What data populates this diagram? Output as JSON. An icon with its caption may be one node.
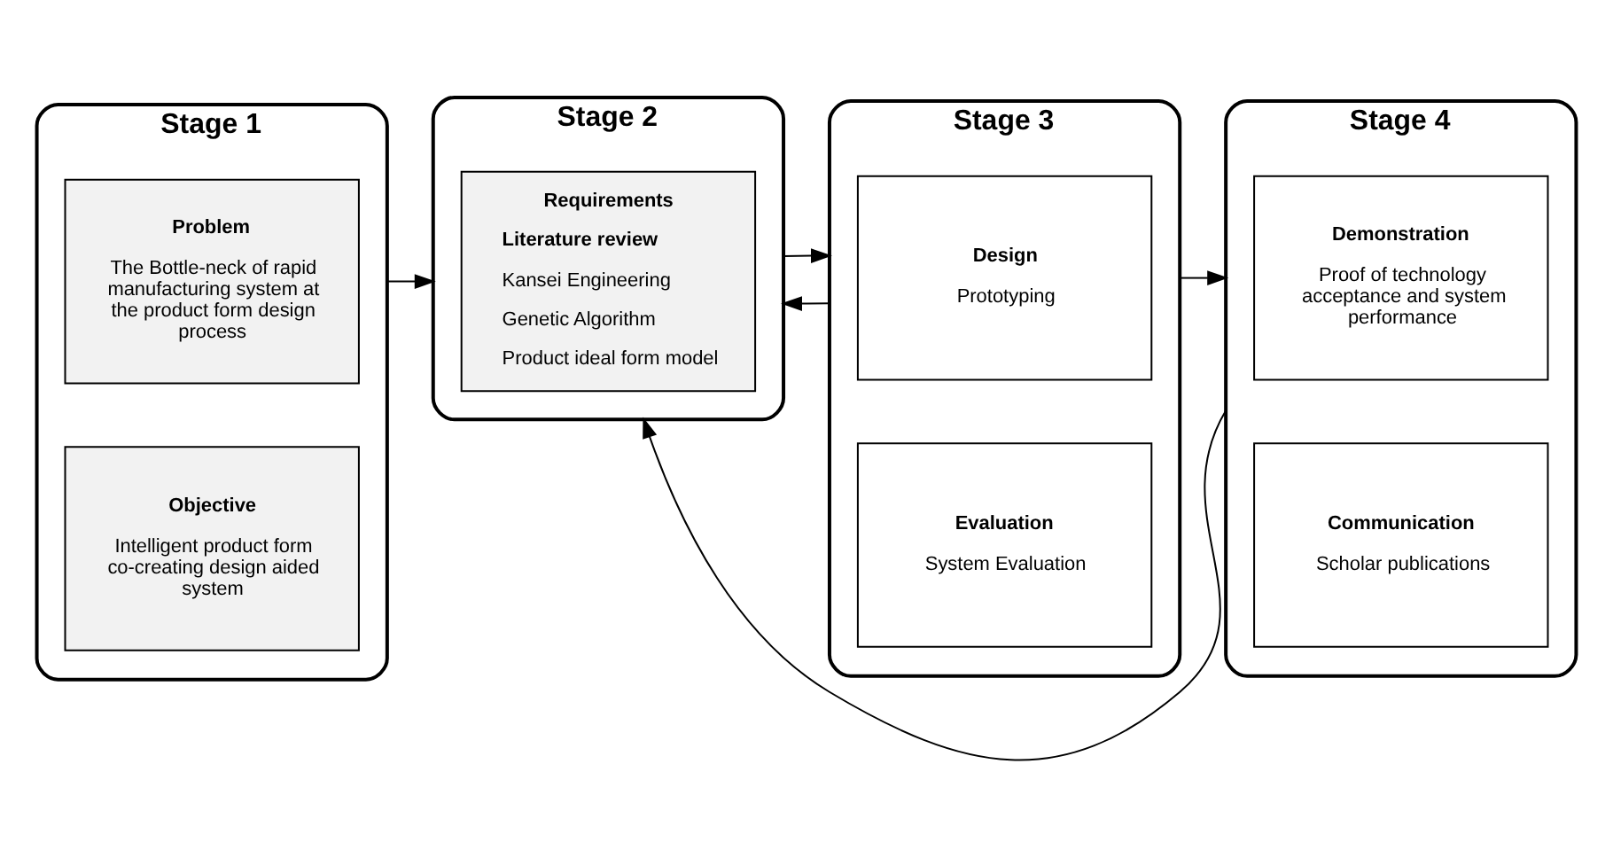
{
  "diagram": {
    "nodes": [
      {
        "text": [
          "Stage 1"
        ]
      },
      {
        "text": [
          "Problem",
          "The Bottle-neck of rapid manufacturing system at the product form design process"
        ],
        "in": 0
      },
      {
        "text": [
          "Objective",
          "Intelligent product form co-creating design aided system"
        ],
        "in": 0
      },
      {
        "text": [
          "Stage 2"
        ]
      },
      {
        "text": [
          "Requirements",
          "Literature review",
          "Kansei Engineering",
          "Genetic Algorithm",
          "Product ideal form model"
        ],
        "in": 3
      },
      {
        "text": [
          "Stage 3"
        ]
      },
      {
        "text": [
          "Design",
          "Prototyping"
        ],
        "in": 5
      },
      {
        "text": [
          "Evaluation",
          "System Evaluation"
        ],
        "in": 5
      },
      {
        "text": [
          "Stage 4"
        ]
      },
      {
        "text": [
          "Demonstration",
          "Proof of technology acceptance and system performance"
        ],
        "in": 8
      },
      {
        "text": [
          "Communication",
          "Scholar publications"
        ],
        "in": 8
      }
    ],
    "edges": [
      {
        "from": 0,
        "to": 3,
        "arrow": "to"
      },
      {
        "from": 3,
        "to": 5,
        "arrow": "to"
      },
      {
        "from": 5,
        "to": 8,
        "arrow": "to"
      },
      {
        "from": 5,
        "to": 3,
        "arrow": "to"
      },
      {
        "from": 8,
        "to": 3,
        "arrow": "to"
      }
    ]
  }
}
